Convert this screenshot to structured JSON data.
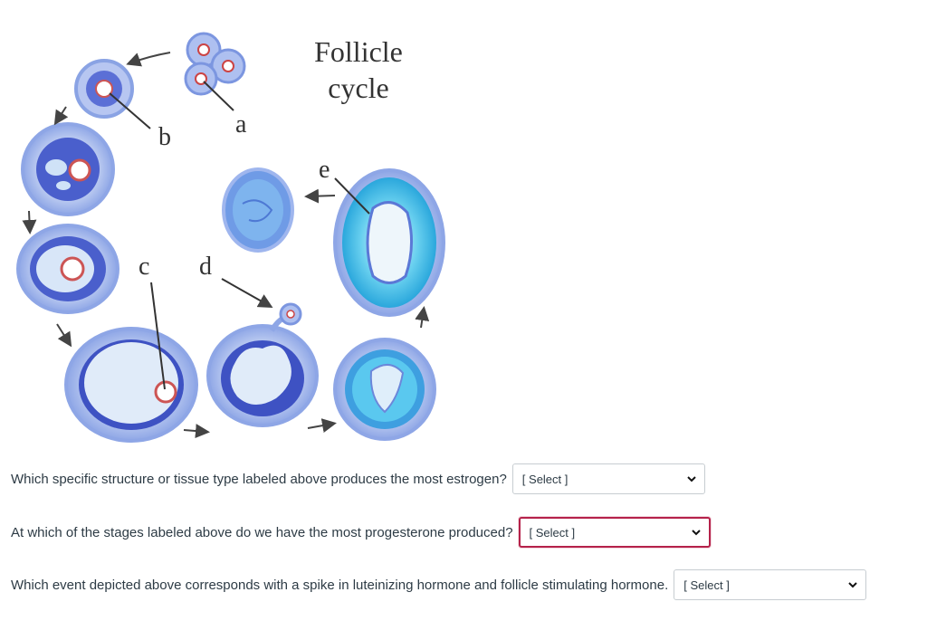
{
  "figure": {
    "title_line1": "Follicle",
    "title_line2": "cycle",
    "labels": {
      "a": "a",
      "b": "b",
      "c": "c",
      "d": "d",
      "e": "e"
    }
  },
  "questions": [
    {
      "text": "Which specific structure or tissue type labeled above produces the most estrogen?",
      "select_value": "[ Select ]"
    },
    {
      "text": "At which of the stages labeled above do we have the most progesterone produced?",
      "select_value": "[ Select ]"
    },
    {
      "text": "Which event depicted above corresponds with a spike in luteinizing hormone and follicle stimulating hormone.",
      "select_value": "[ Select ]"
    }
  ],
  "colors": {
    "focus_border": "#b5224a",
    "text": "#2d3b45",
    "tissue_blue": "#6f8fe0",
    "corpus_cyan": "#41c1ea"
  }
}
